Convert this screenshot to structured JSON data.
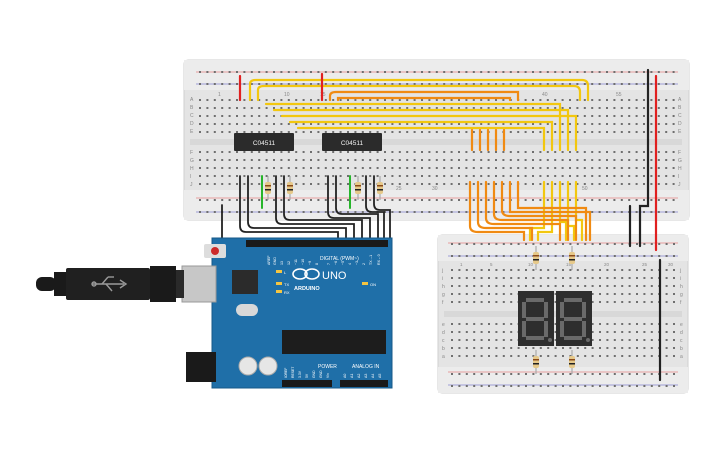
{
  "chips": {
    "chip1_label": "C04511",
    "chip2_label": "C04511"
  },
  "breadboard": {
    "col_numbers_top": [
      "1",
      "10",
      "15",
      "25",
      "30",
      "40",
      "50",
      "55"
    ],
    "row_letters_left": [
      "A",
      "B",
      "C",
      "D",
      "E",
      "F",
      "G",
      "H",
      "I",
      "J"
    ],
    "small_col_numbers": [
      "1",
      "5",
      "10",
      "15",
      "20",
      "25",
      "30"
    ],
    "small_row_letters_left": [
      "j",
      "i",
      "h",
      "g",
      "f",
      "e",
      "d",
      "c",
      "b",
      "a"
    ]
  },
  "arduino": {
    "brand": "ARDUINO",
    "model": "UNO",
    "digital_label": "DIGITAL (PWM~)",
    "power_label": "POWER",
    "analog_label": "ANALOG IN",
    "aref": "AREF",
    "gnd": "GND",
    "led_l": "L",
    "led_tx": "TX",
    "led_rx": "RX",
    "led_on": "ON",
    "digital_pins": [
      "13",
      "12",
      "~11",
      "~10",
      "~9",
      "8",
      "7",
      "~6",
      "~5",
      "4",
      "~3",
      "2",
      "TX→1",
      "RX←0"
    ],
    "power_pins": [
      "IOREF",
      "RESET",
      "3.3V",
      "5V",
      "GND",
      "GND",
      "Vin"
    ],
    "analog_pins": [
      "A0",
      "A1",
      "A2",
      "A3",
      "A4",
      "A5"
    ]
  },
  "colors": {
    "wire_yellow": "#f2c70f",
    "wire_orange": "#f08a12",
    "wire_black": "#222222",
    "wire_red": "#e02020",
    "wire_green": "#27b52b",
    "board_blue": "#1f6fa8",
    "breadboard": "#e6e6e6",
    "display": "#2e2e2e"
  }
}
